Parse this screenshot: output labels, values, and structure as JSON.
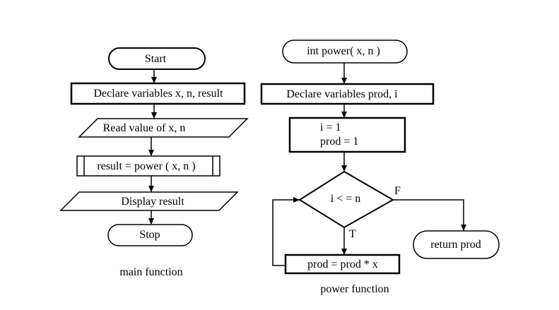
{
  "main_flow": {
    "start": "Start",
    "declare": "Declare variables x, n, result",
    "read": "Read value of x, n",
    "call": "result = power ( x, n )",
    "display": "Display result",
    "stop": "Stop",
    "caption": "main function"
  },
  "power_flow": {
    "header": "int power( x, n )",
    "declare": "Declare variables  prod, i",
    "init_line1": "i = 1",
    "init_line2": "prod = 1",
    "condition": "i < = n",
    "false_label": "F",
    "true_label": "T",
    "update": "prod = prod * x",
    "return": "return prod",
    "caption": "power function"
  }
}
